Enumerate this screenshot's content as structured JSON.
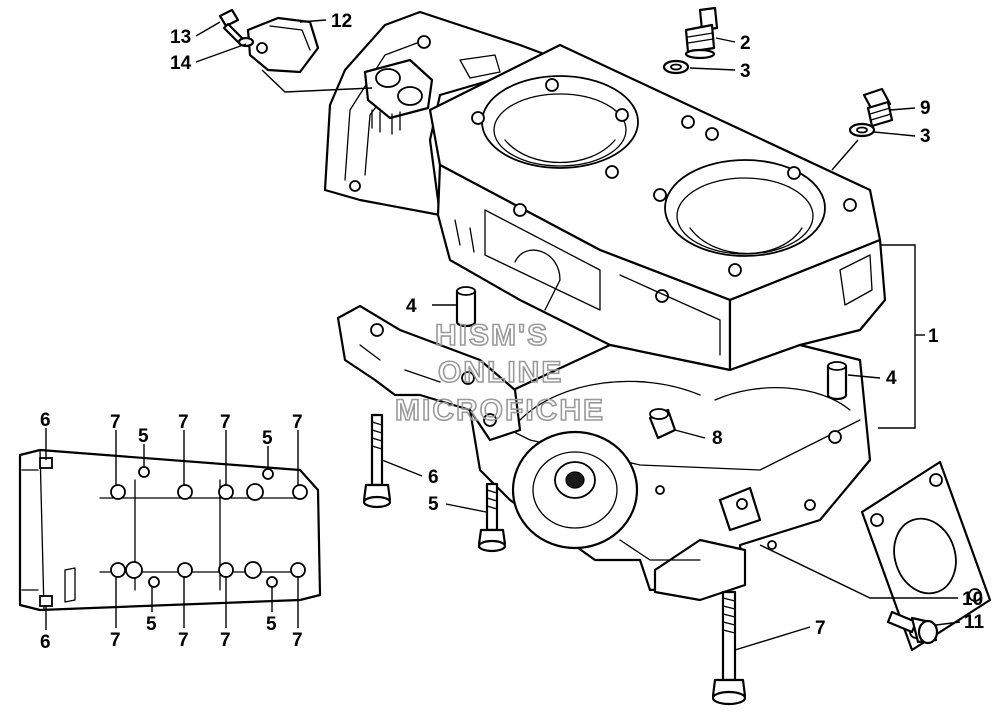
{
  "watermark": {
    "line1": "HISM'S",
    "line2": "ONLINE",
    "line3": "MICROFICHE",
    "color": "#9a9a9a"
  },
  "callouts": {
    "c1": "1",
    "c2": "2",
    "c3a": "3",
    "c3b": "3",
    "c4a": "4",
    "c4b": "4",
    "c5a": "5",
    "c6a": "6",
    "c7a": "7",
    "c8": "8",
    "c9": "9",
    "c10": "10",
    "c11": "11",
    "c12": "12",
    "c13": "13",
    "c14": "14",
    "b6top": "6",
    "b6bot": "6",
    "b7t1": "7",
    "b7t2": "7",
    "b7t3": "7",
    "b7t4": "7",
    "b7b1": "7",
    "b7b2": "7",
    "b7b3": "7",
    "b7b4": "7",
    "b5t1": "5",
    "b5t2": "5",
    "b5b1": "5",
    "b5b2": "5"
  }
}
